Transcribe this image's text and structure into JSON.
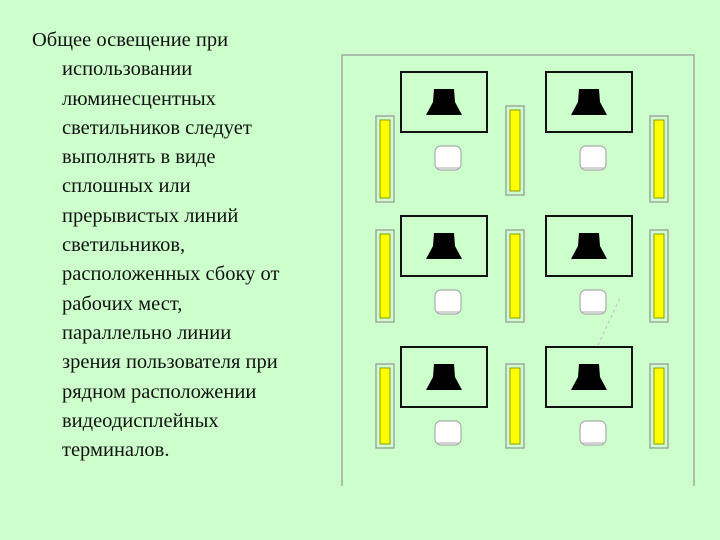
{
  "slide": {
    "text_lines": [
      "Общее освещение при",
      "использовании",
      "люминесцентных",
      "светильников следует",
      "выполнять в виде",
      "сплошных или",
      "прерывистых линий",
      "светильников,",
      "расположенных сбоку от",
      "рабочих мест,",
      "параллельно линии",
      "зрения пользователя при",
      "рядном расположении",
      "видеодисплейных",
      "терминалов."
    ]
  },
  "diagram": {
    "grid": {
      "rows": 3,
      "workstation_columns": 2,
      "lamp_columns": 3
    },
    "colors": {
      "background": "#ccffcc",
      "room_outline": "#999999",
      "desk_outline": "#111111",
      "desk_fill": "#ccffcc",
      "monitor": "#000000",
      "lamp_frame": "#999999",
      "lamp_light": "#ffff00",
      "lamp_border": "#7a7a00",
      "chair_fill": "#ffffff",
      "chair_outline": "#aaaaaa"
    },
    "icons": {
      "monitor": "monitor-icon",
      "chair": "chair-icon",
      "lamp": "fluorescent-lamp-icon"
    }
  }
}
